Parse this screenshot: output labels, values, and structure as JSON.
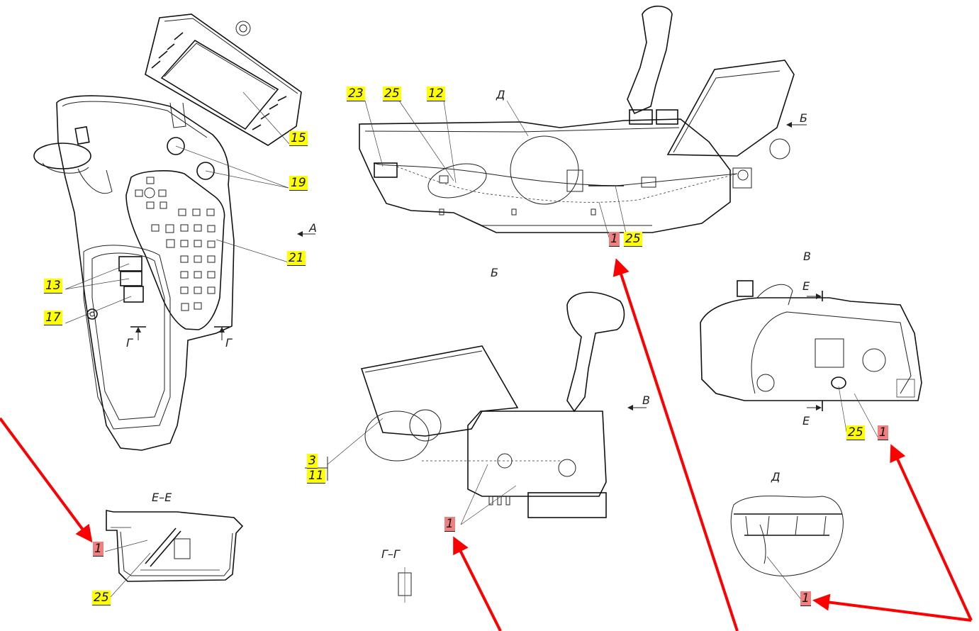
{
  "drawing": {
    "accent_colors": {
      "callout_highlight": "#ffff00",
      "target_highlight": "#f08080",
      "pointer_arrow": "#ff0000"
    },
    "view_labels": {
      "view_a": "А",
      "view_b_cyr": "Б",
      "view_b_title": "Б",
      "view_v": "В",
      "view_v_title": "В",
      "view_d": "Д",
      "view_d_title": "Д",
      "section_ee_title": "Е–Е",
      "section_e_top": "Е",
      "section_e_bottom": "Е",
      "section_gg_title": "Г–Г",
      "section_g_left": "Г",
      "section_g_right": "Г"
    },
    "callouts_yellow": {
      "c15": "15",
      "c19": "19",
      "c21": "21",
      "c13": "13",
      "c17": "17",
      "c23": "23",
      "c25_top": "25",
      "c12": "12",
      "c25_mid": "25",
      "c25_v": "25",
      "c3": "3",
      "c11": "11",
      "c25_ee": "25"
    },
    "callouts_red": {
      "r1_top": "1",
      "r1_v": "1",
      "r1_b": "1",
      "r1_ee": "1",
      "r1_d": "1"
    }
  }
}
